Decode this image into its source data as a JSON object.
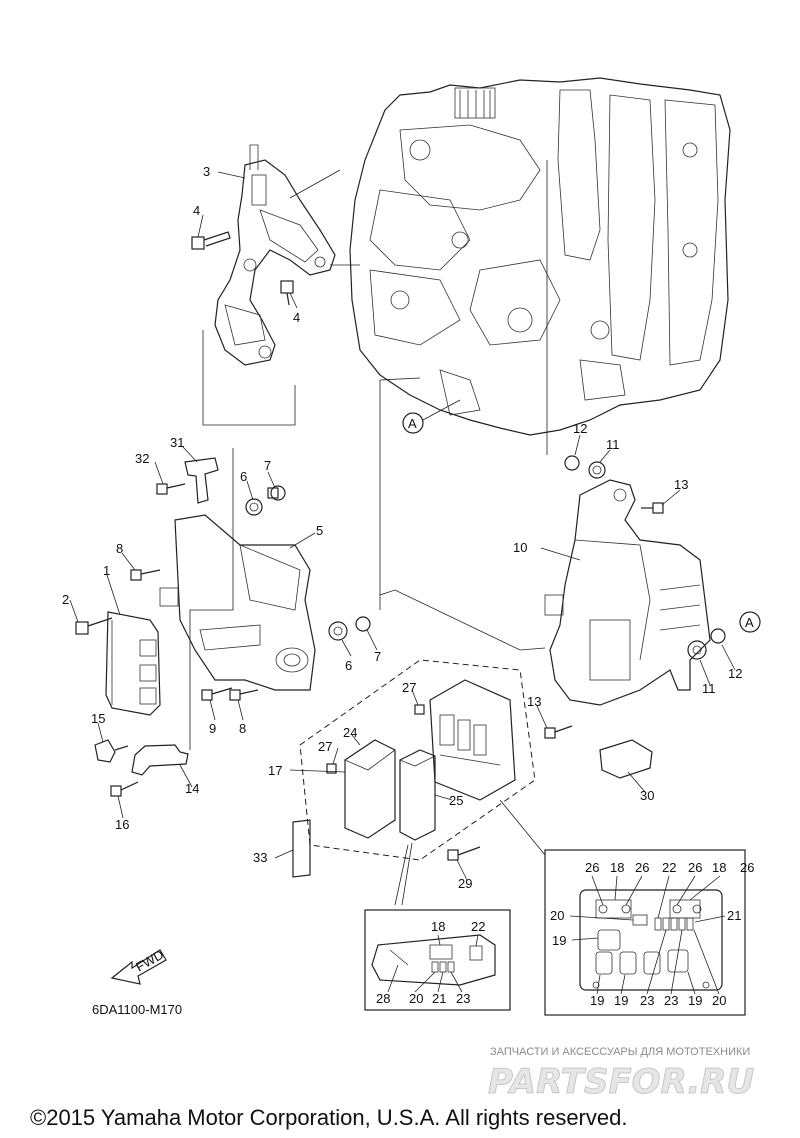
{
  "diagram_code": "6DA1100-M170",
  "copyright": "©2015 Yamaha Motor Corporation, U.S.A. All rights reserved.",
  "watermark_line": "ЗАПЧАСТИ И АКСЕССУАРЫ ДЛЯ МОТОТЕХНИКИ",
  "watermark_logo": "PARTSFOR.RU",
  "fwd_label": "FWD",
  "ref_marker": "A",
  "callouts": {
    "c3": "3",
    "c4a": "4",
    "c4b": "4",
    "c31": "31",
    "c32": "32",
    "c7a": "7",
    "c6a": "6",
    "c5": "5",
    "c8a": "8",
    "c1": "1",
    "c2": "2",
    "c6b": "6",
    "c7b": "7",
    "c9": "9",
    "c8b": "8",
    "c15": "15",
    "c14": "14",
    "c16": "16",
    "c27a": "27",
    "c24": "24",
    "c27b": "27",
    "c17": "17",
    "c25": "25",
    "c33": "33",
    "c29": "29",
    "c12a": "12",
    "c11a": "11",
    "c13a": "13",
    "c10": "10",
    "c13b": "13",
    "c11b": "11",
    "c12b": "12",
    "c30": "30"
  },
  "detail_left": {
    "c18": "18",
    "c22": "22",
    "c28": "28",
    "c20": "20",
    "c21": "21",
    "c23": "23"
  },
  "detail_right": {
    "t26a": "26",
    "t18a": "18",
    "t26b": "26",
    "t22": "22",
    "t26c": "26",
    "t18b": "18",
    "t26d": "26",
    "l20": "20",
    "l19": "19",
    "r21": "21",
    "b19a": "19",
    "b19b": "19",
    "b23a": "23",
    "b23b": "23",
    "b19c": "19",
    "b20": "20"
  }
}
